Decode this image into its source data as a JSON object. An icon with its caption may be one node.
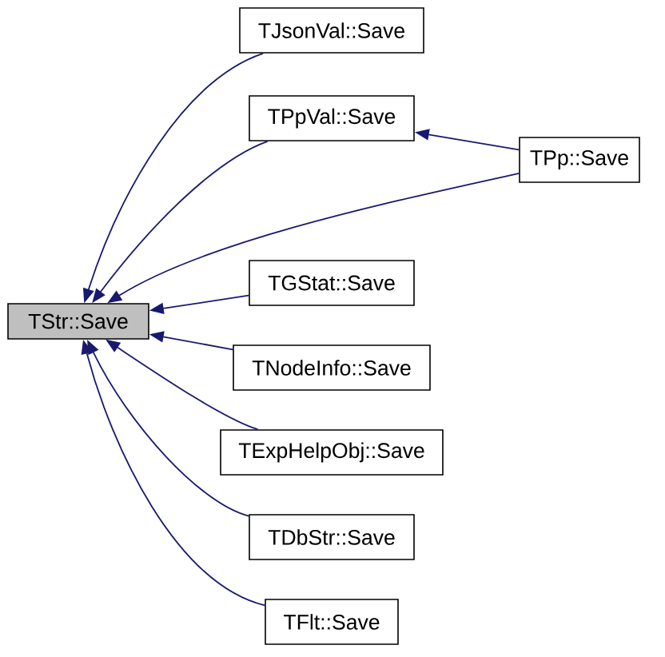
{
  "diagram": {
    "nodes": [
      {
        "text": [
          "TStr::Save"
        ]
      },
      {
        "text": [
          "TJsonVal::Save"
        ]
      },
      {
        "text": [
          "TPpVal::Save"
        ]
      },
      {
        "text": [
          "TPp::Save"
        ]
      },
      {
        "text": [
          "TGStat::Save"
        ]
      },
      {
        "text": [
          "TNodeInfo::Save"
        ]
      },
      {
        "text": [
          "TExpHelpObj::Save"
        ]
      },
      {
        "text": [
          "TDbStr::Save"
        ]
      },
      {
        "text": [
          "TFlt::Save"
        ]
      }
    ],
    "edges": [
      {
        "from": 1,
        "to": 0,
        "arrow": "to"
      },
      {
        "from": 2,
        "to": 0,
        "arrow": "to"
      },
      {
        "from": 3,
        "to": 2,
        "arrow": "to"
      },
      {
        "from": 3,
        "to": 0,
        "arrow": "to"
      },
      {
        "from": 4,
        "to": 0,
        "arrow": "to"
      },
      {
        "from": 5,
        "to": 0,
        "arrow": "to"
      },
      {
        "from": 6,
        "to": 0,
        "arrow": "to"
      },
      {
        "from": 7,
        "to": 0,
        "arrow": "to"
      },
      {
        "from": 8,
        "to": 0,
        "arrow": "to"
      }
    ]
  }
}
